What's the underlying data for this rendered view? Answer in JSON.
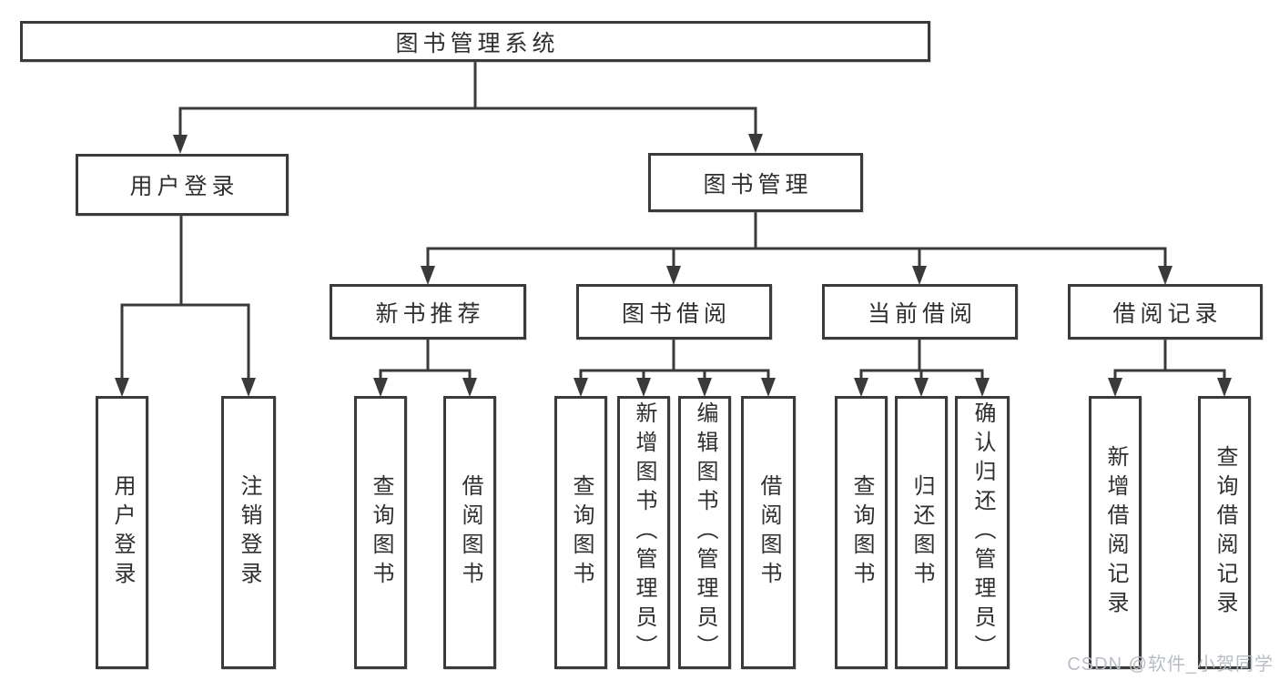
{
  "diagram_title": "图书管理系统",
  "tree": {
    "root": {
      "label": "图书管理系统"
    },
    "branches": [
      {
        "label": "用户登录",
        "children": [
          {
            "label": "用户登录"
          },
          {
            "label": "注销登录"
          }
        ]
      },
      {
        "label": "图书管理",
        "children": [
          {
            "label": "新书推荐",
            "children": [
              {
                "label": "查询图书"
              },
              {
                "label": "借阅图书"
              }
            ]
          },
          {
            "label": "图书借阅",
            "children": [
              {
                "label": "查询图书"
              },
              {
                "label": "新增图书（管理员）"
              },
              {
                "label": "编辑图书（管理员）"
              },
              {
                "label": "借阅图书"
              }
            ]
          },
          {
            "label": "当前借阅",
            "children": [
              {
                "label": "查询图书"
              },
              {
                "label": "归还图书"
              },
              {
                "label": "确认归还（管理员）"
              }
            ]
          },
          {
            "label": "借阅记录",
            "children": [
              {
                "label": "新增借阅记录"
              },
              {
                "label": "查询借阅记录"
              }
            ]
          }
        ]
      }
    ]
  },
  "watermark": "CSDN @软件_小贺同学",
  "colors": {
    "line": "#3a3a3a",
    "text": "#2f2f2f",
    "background": "#ffffff",
    "watermark": "#b9bdc4"
  }
}
